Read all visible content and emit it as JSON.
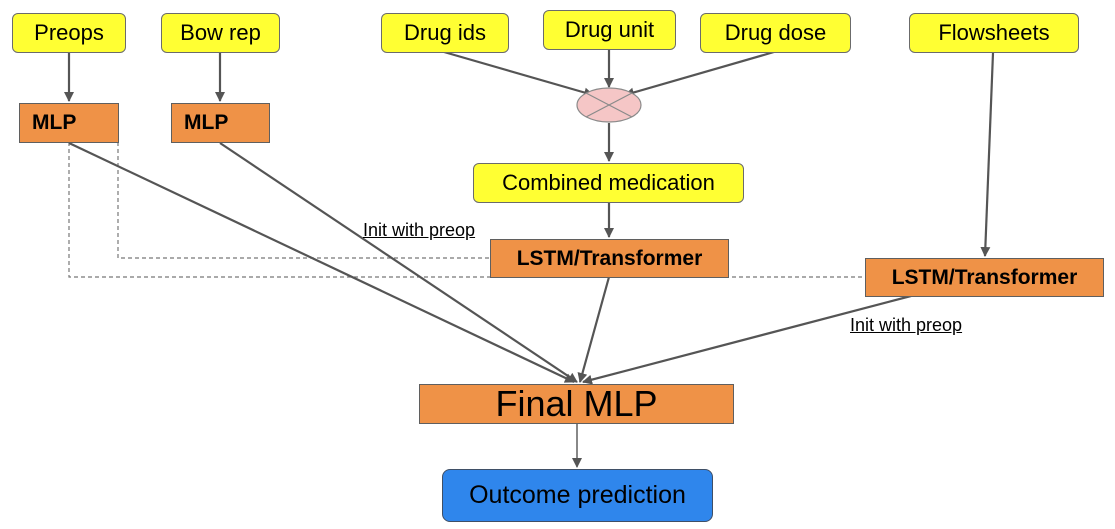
{
  "inputs": {
    "preops": "Preops",
    "bow_rep": "Bow rep",
    "drug_ids": "Drug ids",
    "drug_unit": "Drug unit",
    "drug_dose": "Drug dose",
    "flowsheets": "Flowsheets"
  },
  "mlp_preops": "MLP",
  "mlp_bow": "MLP",
  "combined": "Combined medication",
  "lstm_med": "LSTM/Transformer",
  "lstm_flow": "LSTM/Transformer",
  "init_label_1": "Init with preop",
  "init_label_2": "Init with preop",
  "final_mlp": "Final MLP",
  "outcome": "Outcome prediction",
  "colors": {
    "input_fill": "#ffff33",
    "model_fill": "#ef9247",
    "combine_fill": "#f5c6c6",
    "outcome_fill": "#2f86ec",
    "edge": "#555555"
  }
}
